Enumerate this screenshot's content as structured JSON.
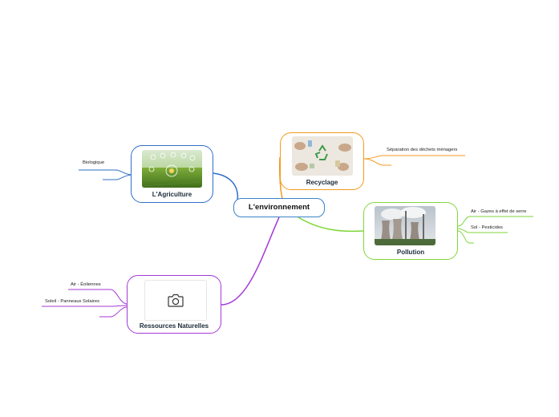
{
  "central": {
    "label": "L'environnement"
  },
  "branches": {
    "agriculture": {
      "title": "L'Agriculture",
      "color": "#2f6fc7",
      "icon": "agriculture-photo",
      "leaves": [
        "Biologique",
        ""
      ]
    },
    "recyclage": {
      "title": "Recyclage",
      "color": "#f39a1e",
      "icon": "recycling-photo",
      "leaves": [
        "Séparation des déchets ménagers",
        ""
      ]
    },
    "pollution": {
      "title": "Pollution",
      "color": "#7fd63a",
      "icon": "power-plant-photo",
      "leaves": [
        "Air - Gazes à effet de serre",
        "Sol - Pesticides",
        ""
      ]
    },
    "ressources": {
      "title": "Ressources Naturelles",
      "color": "#a43ad6",
      "icon": "camera-icon",
      "leaves": [
        "Air - Éoliennes",
        "Soleil - Panneaux Solaires",
        ""
      ]
    }
  }
}
